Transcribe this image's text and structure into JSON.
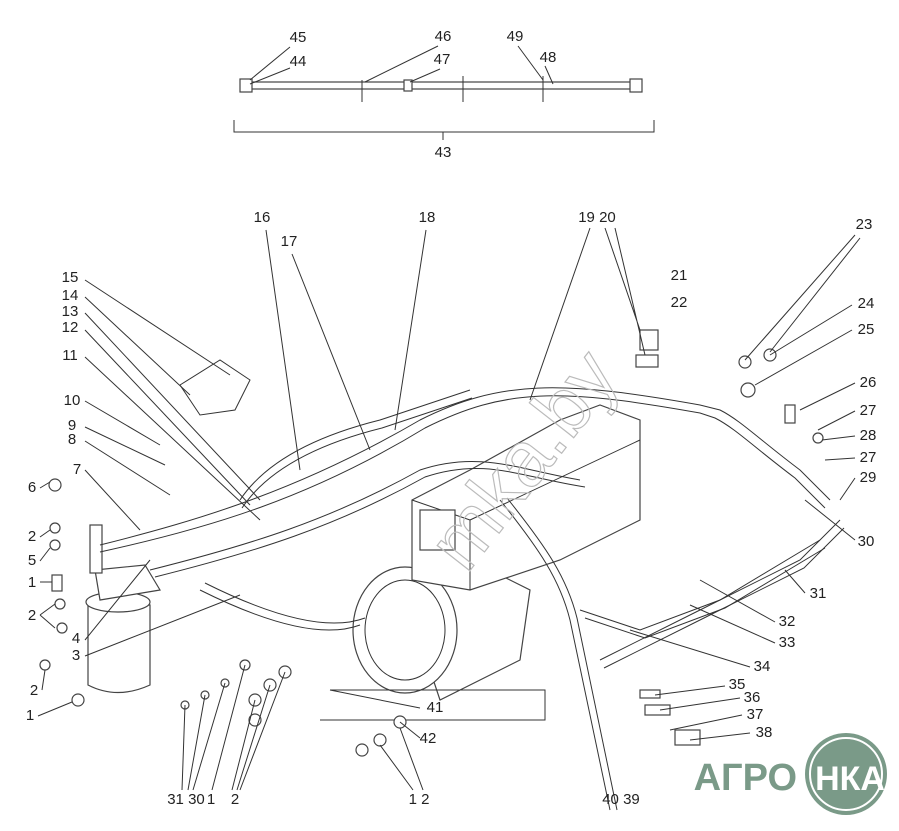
{
  "diagram": {
    "callouts": [
      "45",
      "44",
      "46",
      "47",
      "49",
      "48",
      "43",
      "16",
      "17",
      "18",
      "19 20",
      "23",
      "21",
      "22",
      "24",
      "25",
      "15",
      "14",
      "13",
      "12",
      "11",
      "10",
      "9",
      "8",
      "7",
      "6",
      "2",
      "5",
      "1",
      "2",
      "4",
      "3",
      "2",
      "1",
      "26",
      "27",
      "28",
      "27",
      "29",
      "30",
      "31",
      "32",
      "33",
      "34",
      "35",
      "36",
      "37",
      "38",
      "41",
      "42",
      "31 30",
      "1",
      "2",
      "1 2",
      "40 39"
    ],
    "watermark": "mka.by",
    "logo": {
      "text_left": "АГРО",
      "text_right": "НКА",
      "color": "#7a9a88"
    }
  }
}
